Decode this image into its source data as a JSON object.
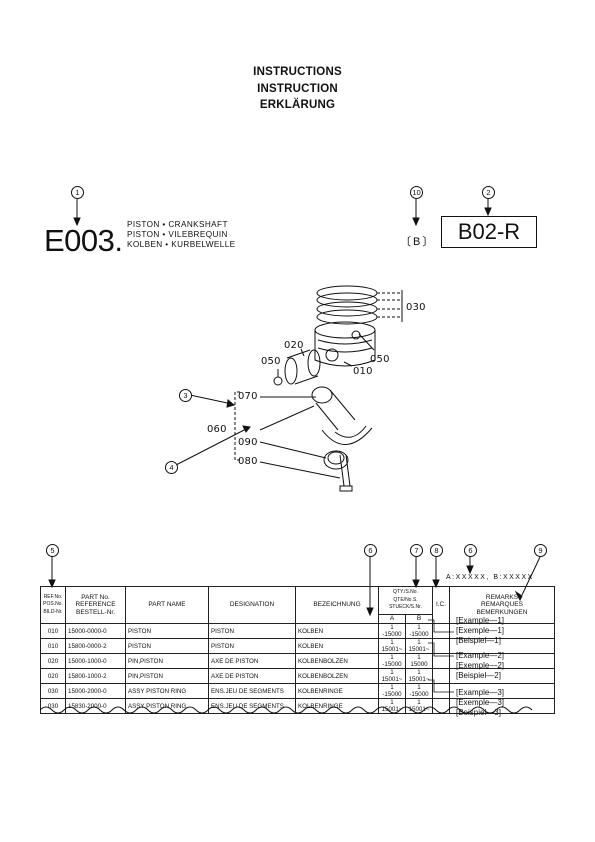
{
  "header": {
    "line1": "INSTRUCTIONS",
    "line2": "INSTRUCTION",
    "line3": "ERKLÄRUNG"
  },
  "callouts": {
    "c1": "1",
    "c2": "2",
    "c3": "3",
    "c4": "4",
    "c5": "5",
    "c6a": "6",
    "c6b": "6",
    "c7": "7",
    "c8": "8",
    "c9": "9",
    "c10": "10"
  },
  "group": {
    "code": "E003.",
    "title_en": "PISTON • CRANKSHAFT",
    "title_fr": "PISTON • VILEBREQUIN",
    "title_de": "KOLBEN • KURBELWELLE",
    "variant": "〔B〕",
    "model": "B02-R"
  },
  "diagram": {
    "labels": {
      "p030": "030",
      "p020": "020",
      "p050a": "050",
      "p050b": "050",
      "p010": "010",
      "p070": "070",
      "p060": "060",
      "p090": "090",
      "p080": "080"
    }
  },
  "serial_note": "A:XXXXX, B:XXXXX",
  "table": {
    "headers": {
      "ref": [
        "REF.No.",
        "POS.No.",
        "BILD-Nr."
      ],
      "partno": [
        "PART No.",
        "REFERENCE",
        "BESTELL-Nr."
      ],
      "partname": "PART NAME",
      "designation": "DESIGNATION",
      "bezeichnung": "BEZEICHNUNG",
      "qty": [
        "QTY./S.No.",
        "QTE/No.S.",
        "STUECK/S.Nr."
      ],
      "qty_a": "A",
      "qty_b": "B",
      "ic": "I.C.",
      "remarks": [
        "REMARKS",
        "REMARQUES",
        "BEMERKUNGEN"
      ]
    },
    "rows": [
      {
        "ref": "010",
        "part": "15000-0000-0",
        "name": "PISTON",
        "designation": "PISTON",
        "bezeichnung": "KOLBEN",
        "qa1": "1",
        "qa2": "-15000",
        "qb1": "1",
        "qb2": "-15000"
      },
      {
        "ref": "010",
        "part": "15800-0000-2",
        "name": "PISTON",
        "designation": "PISTON",
        "bezeichnung": "KOLBEN",
        "qa1": "1",
        "qa2": "15001~",
        "qb1": "1",
        "qb2": "15001~"
      },
      {
        "ref": "020",
        "part": "15000-1000-0",
        "name": "PIN,PISTON",
        "designation": "AXE DE PISTON",
        "bezeichnung": "KOLBENBOLZEN",
        "qa1": "1",
        "qa2": "-15000",
        "qb1": "1",
        "qb2": "15000"
      },
      {
        "ref": "020",
        "part": "15800-1000-2",
        "name": "PIN,PISTON",
        "designation": "AXE DE PISTON",
        "bezeichnung": "KOLBENBOLZEN",
        "qa1": "1",
        "qa2": "15001~",
        "qb1": "1",
        "qb2": "15001~"
      },
      {
        "ref": "030",
        "part": "15000-2000-0",
        "name": "ASSY PISTON RING",
        "designation": "ENS.JEU DE SEGMENTS",
        "bezeichnung": "KOLBENRINGE",
        "qa1": "1",
        "qa2": "-15000",
        "qb1": "1",
        "qb2": "-15000"
      },
      {
        "ref": "030",
        "part": "15830-2000-0",
        "name": "ASSY PISTON RING",
        "designation": "ENS.JEU DE SEGMENTS",
        "bezeichnung": "KOLBENRINGE",
        "qa1": "1",
        "qa2": "15001~",
        "qb1": "1",
        "qb2": "15001~"
      }
    ],
    "remarks": [
      "[Example—1]",
      "[Exemple—1]",
      "[Beispiel—1]",
      "[Example—2]",
      "[Exemple—2]",
      "[Beispiel—2]",
      "[Example—3]",
      "[Exemple—3]",
      "[Beispiel—3]"
    ]
  }
}
